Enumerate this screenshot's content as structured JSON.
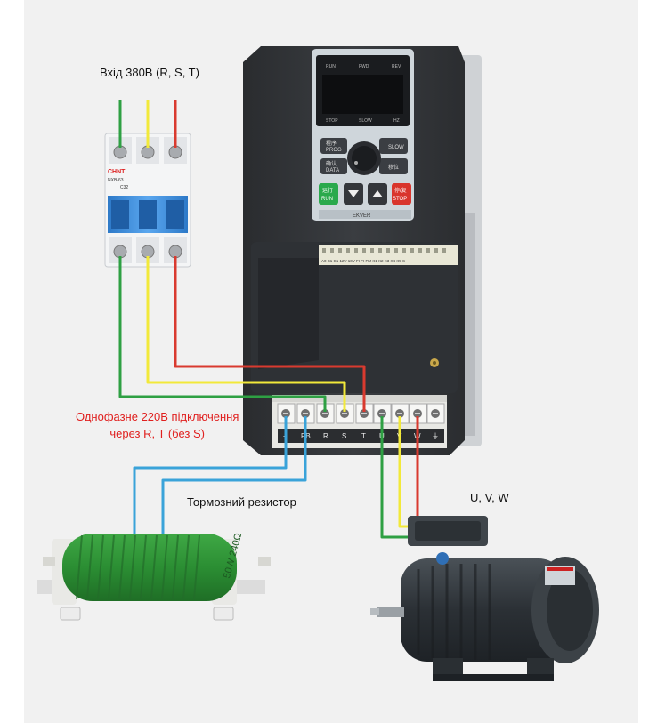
{
  "labels": {
    "input": "Вхід 380В (R, S, T)",
    "single_phase_line1": "Однофазне 220В підключення",
    "single_phase_line2": "через R, T (без S)",
    "brake_resistor": "Тормозний резистор",
    "motor_outputs": "U, V, W"
  },
  "breaker": {
    "brand": "CHNT",
    "model": "NXB-63",
    "rating": "C32"
  },
  "inverter": {
    "brand": "EKVER",
    "display_top_labels": [
      "RUN",
      "FWD",
      "REV"
    ],
    "display_bottom_labels": [
      "STOP",
      "SLOW",
      "HZ"
    ],
    "keys": {
      "prog": "PROG",
      "prog_cn": "程序",
      "data": "DATA",
      "data_cn": "确认",
      "slow": "SLOW",
      "shift": "移位",
      "run": "RUN",
      "run_cn": "运行",
      "stop": "STOP",
      "stop_cn": "停/复"
    },
    "control_terminals": "A0 B1 C1 12V 10V FI FI FM X1 X2 X3 X4 X5 S",
    "power_terminal_labels": [
      "+",
      "PB",
      "R",
      "S",
      "T",
      "U",
      "V",
      "W",
      "⏚"
    ]
  },
  "resistor": {
    "marking": "50W 240Ω"
  },
  "wire_colors": {
    "green": "#2ea043",
    "yellow": "#f2e93a",
    "red": "#d93a2f",
    "blue": "#3aa3d9"
  }
}
